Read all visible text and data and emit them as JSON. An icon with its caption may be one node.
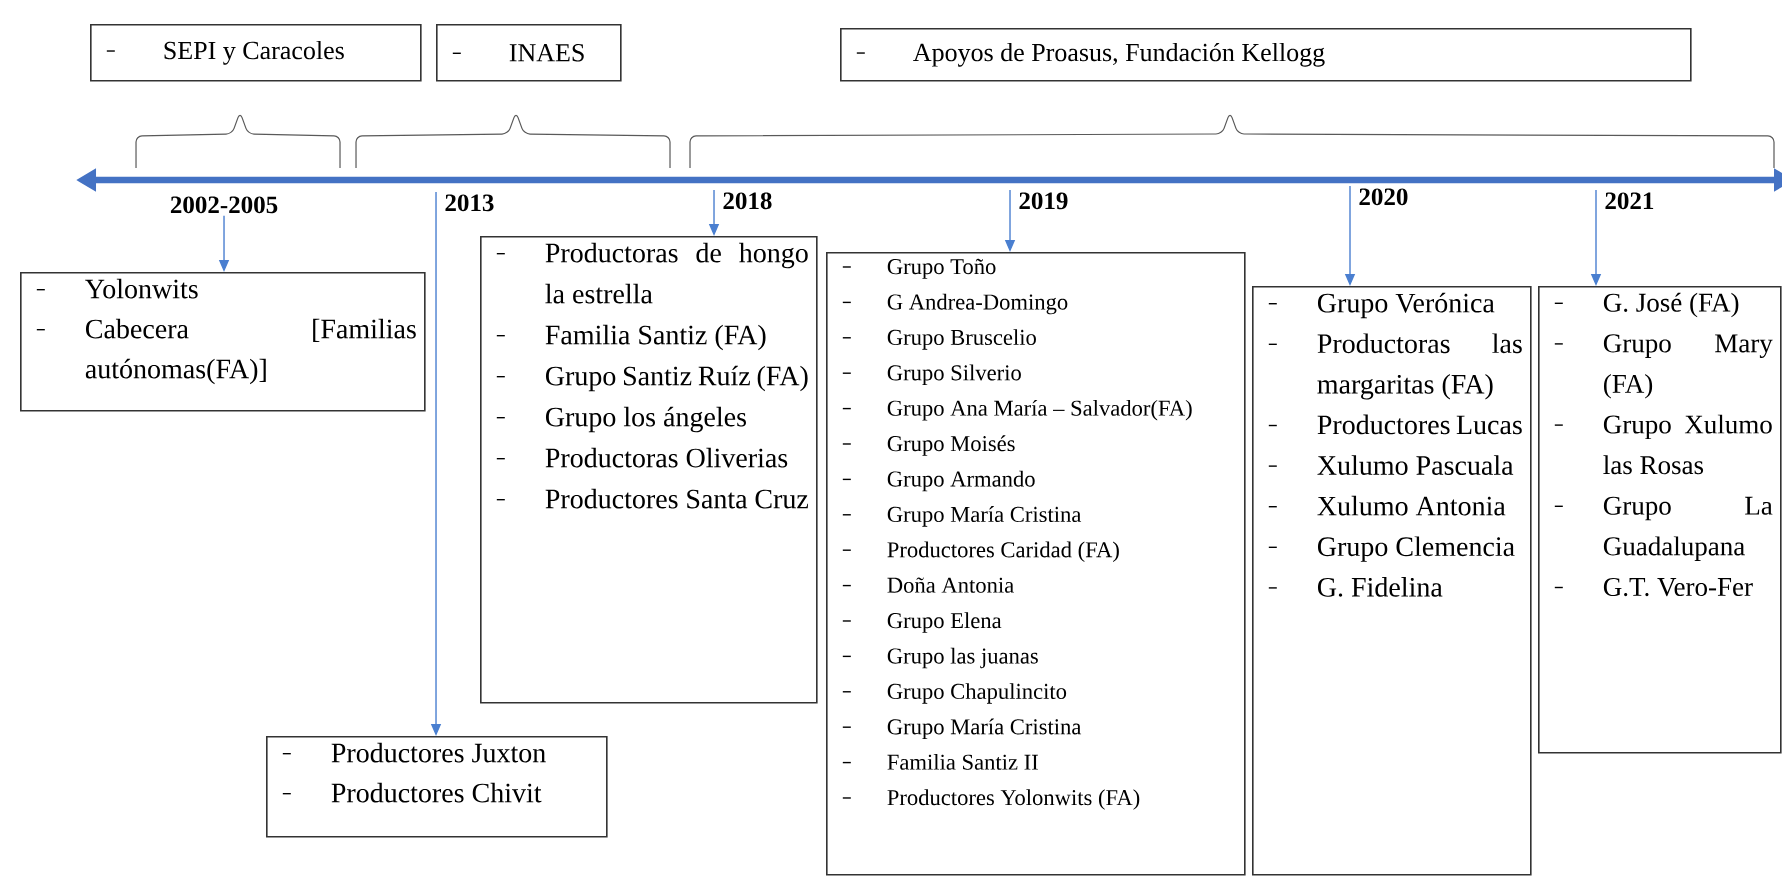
{
  "diagram": {
    "nodes": [
      {
        "text": [
          "SEPI y Caracoles"
        ]
      },
      {
        "text": [
          "INAES"
        ]
      },
      {
        "text": [
          "Apoyos de Proasus, Fundación Kellogg"
        ]
      },
      {
        "text": [
          "2002-2005"
        ]
      },
      {
        "text": [
          "2013"
        ]
      },
      {
        "text": [
          "2018"
        ]
      },
      {
        "text": [
          "2019"
        ]
      },
      {
        "text": [
          "2020"
        ]
      },
      {
        "text": [
          "2021"
        ]
      },
      {
        "text": [
          "Yolonwits",
          "Cabecera [Familias autónomas(FA)]"
        ]
      },
      {
        "text": [
          "Productores Juxton",
          "Productores Chivit"
        ]
      },
      {
        "text": [
          "Productoras de hongo la estrella",
          "Familia Santiz (FA)",
          "Grupo Santiz Ruíz (FA)",
          "Grupo los ángeles",
          "Productoras Oliverias",
          "Productores Santa Cruz"
        ]
      },
      {
        "text": [
          "Grupo Toño",
          "G Andrea-Domingo",
          "Grupo Bruscelio",
          "Grupo Silverio",
          "Grupo Ana María – Salvador(FA)",
          "Grupo Moisés",
          "Grupo Armando",
          "Grupo María Cristina",
          "Productores Caridad (FA)",
          "Doña Antonia",
          "Grupo Elena",
          "Grupo las juanas",
          "Grupo Chapulincito",
          "Grupo María Cristina",
          "Familia Santiz II",
          "Productores Yolonwits (FA)"
        ]
      },
      {
        "text": [
          "Grupo Verónica",
          "Productoras las margaritas (FA)",
          "Productores Lucas",
          "Xulumo Pascuala",
          "Xulumo Antonia",
          "Grupo Clemencia",
          "G. Fidelina"
        ]
      },
      {
        "text": [
          "G. José (FA)",
          "Grupo Mary (FA)",
          "Grupo Xulumo las Rosas",
          "Grupo La Guadalupana",
          "G.T. Vero-Fer"
        ]
      }
    ],
    "edges": [
      {
        "from": 3,
        "to": 9,
        "arrow": "to"
      },
      {
        "from": 4,
        "to": 10,
        "arrow": "to"
      },
      {
        "from": 5,
        "to": 11,
        "arrow": "to"
      },
      {
        "from": 6,
        "to": 12,
        "arrow": "to"
      },
      {
        "from": 7,
        "to": 13,
        "arrow": "to"
      },
      {
        "from": 8,
        "to": 14,
        "arrow": "to"
      }
    ]
  }
}
